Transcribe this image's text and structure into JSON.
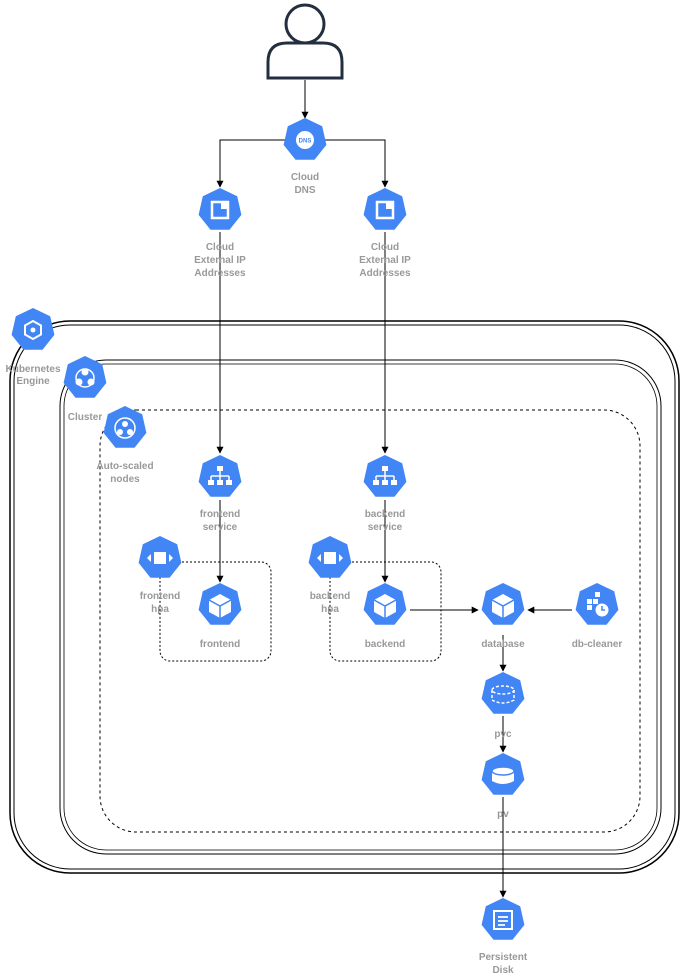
{
  "colors": {
    "hex": "#4285F4",
    "glyph": "#ffffff",
    "label": "#999999",
    "line": "#000000"
  },
  "nodes": {
    "user": {
      "icon": "user-icon"
    },
    "dns": {
      "icon": "dns-icon",
      "line1": "Cloud",
      "line2": "DNS"
    },
    "ip_left": {
      "icon": "external-ip-icon",
      "line1": "Cloud",
      "line2": "External IP",
      "line3": "Addresses"
    },
    "ip_right": {
      "icon": "external-ip-icon",
      "line1": "Cloud",
      "line2": "External IP",
      "line3": "Addresses"
    },
    "gke": {
      "icon": "kubernetes-engine-icon",
      "line1": "Kubernetes",
      "line2": "Engine"
    },
    "cluster": {
      "icon": "cluster-icon",
      "line1": "Cluster"
    },
    "nodes": {
      "icon": "node-pool-icon",
      "line1": "Auto-scaled",
      "line2": "nodes"
    },
    "frontend_service": {
      "icon": "service-icon",
      "line1": "frontend",
      "line2": "service"
    },
    "backend_service": {
      "icon": "service-icon",
      "line1": "backend",
      "line2": "service"
    },
    "frontend_hpa": {
      "icon": "hpa-icon",
      "line1": "frontend",
      "line2": "hpa"
    },
    "backend_hpa": {
      "icon": "hpa-icon",
      "line1": "backend",
      "line2": "hpa"
    },
    "frontend": {
      "icon": "pod-icon",
      "line1": "frontend"
    },
    "backend": {
      "icon": "pod-icon",
      "line1": "backend"
    },
    "database": {
      "icon": "pod-icon",
      "line1": "database"
    },
    "db_cleaner": {
      "icon": "cronjob-icon",
      "line1": "db-cleaner"
    },
    "pvc": {
      "icon": "pvc-icon",
      "line1": "pvc"
    },
    "pv": {
      "icon": "pv-icon",
      "line1": "pv"
    },
    "disk": {
      "icon": "persistent-disk-icon",
      "line1": "Persistent",
      "line2": "Disk"
    }
  }
}
